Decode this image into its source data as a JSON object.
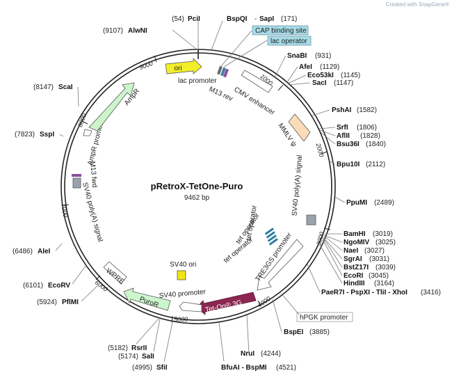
{
  "watermark": "Created with SnapGene®",
  "plasmid": {
    "name": "pRetroX-TetOne-Puro",
    "size": "9462 bp"
  },
  "sites": [
    {
      "id": "pcii",
      "pos": "(54)",
      "name": "PciI"
    },
    {
      "id": "alwni",
      "pos": "(9107)",
      "name": "AlwNI"
    },
    {
      "id": "bspqi",
      "pos": "(171)",
      "name": "BspQI",
      "name2": "SapI"
    },
    {
      "id": "snabi",
      "pos": "(931)",
      "name": "SnaBI"
    },
    {
      "id": "afei",
      "pos": "(1129)",
      "name": "AfeI"
    },
    {
      "id": "eco53ki",
      "pos": "(1145)",
      "name": "Eco53kI"
    },
    {
      "id": "saci",
      "pos": "(1147)",
      "name": "SacI"
    },
    {
      "id": "pshai",
      "pos": "(1582)",
      "name": "PshAI"
    },
    {
      "id": "srfi",
      "pos": "(1806)",
      "name": "SrfI"
    },
    {
      "id": "aflii",
      "pos": "(1828)",
      "name": "AflII"
    },
    {
      "id": "bsu36i",
      "pos": "(1840)",
      "name": "Bsu36I"
    },
    {
      "id": "bpu10i",
      "pos": "(2112)",
      "name": "Bpu10I"
    },
    {
      "id": "ppumi",
      "pos": "(2489)",
      "name": "PpuMI"
    },
    {
      "id": "bamhi",
      "pos": "(3019)",
      "name": "BamHI"
    },
    {
      "id": "ngomiv",
      "pos": "(3025)",
      "name": "NgoMIV"
    },
    {
      "id": "naei",
      "pos": "(3027)",
      "name": "NaeI"
    },
    {
      "id": "sgrai",
      "pos": "(3031)",
      "name": "SgrAI"
    },
    {
      "id": "bstz17i",
      "pos": "(3039)",
      "name": "BstZ17I"
    },
    {
      "id": "ecori",
      "pos": "(3045)",
      "name": "EcoRI"
    },
    {
      "id": "hindiii",
      "pos": "(3164)",
      "name": "HindIII"
    },
    {
      "id": "paer7i",
      "pos": "(3416)",
      "name": "PaeR7I - PspXI - TliI - XhoI"
    },
    {
      "id": "bspei",
      "pos": "(3885)",
      "name": "BspEI"
    },
    {
      "id": "nrui",
      "pos": "(4244)",
      "name": "NruI"
    },
    {
      "id": "bfuai",
      "pos": "(4521)",
      "name": "BfuAI - BspMI"
    },
    {
      "id": "sfii",
      "pos": "(4995)",
      "name": "SfiI"
    },
    {
      "id": "sali",
      "pos": "(5174)",
      "name": "SalI"
    },
    {
      "id": "rsrii",
      "pos": "(5182)",
      "name": "RsrII"
    },
    {
      "id": "pflmi",
      "pos": "(5924)",
      "name": "PflMI"
    },
    {
      "id": "ecorv",
      "pos": "(6101)",
      "name": "EcoRV"
    },
    {
      "id": "alei",
      "pos": "(6486)",
      "name": "AleI"
    },
    {
      "id": "sspi",
      "pos": "(7823)",
      "name": "SspI"
    },
    {
      "id": "scai",
      "pos": "(8147)",
      "name": "ScaI"
    }
  ],
  "boxed_labels": {
    "cap_site": "CAP binding site",
    "lac_operator": "lac operator",
    "hpgk_promoter": "hPGK promoter"
  },
  "features": {
    "ori": "ori",
    "lac_promoter": "lac promoter",
    "m13_rev": "M13 rev",
    "cmv_enhancer": "CMV enhancer",
    "mmlv": "MMLV ψ",
    "sv40_polya_right": "SV40 poly(A) signal",
    "tre3gs": "TRE3GS promoter",
    "tet_on": "Tet-On® 3G",
    "sv40_promoter": "SV40 promoter",
    "puror": "PuroR",
    "wpre": "WPRE",
    "sv40_polya_left": "SV40 poly(A) signal",
    "m13_fwd": "M13 fwd",
    "ampr_promoter": "AmpR promoter",
    "ampr": "AmpR",
    "sv40_ori": "SV40 ori",
    "tet_op1": "tet operator",
    "tet_op2": "tet operator",
    "tet_op3": "tet operator"
  },
  "ticks": [
    "1000",
    "2000",
    "3000",
    "4000",
    "5000",
    "6000",
    "7000",
    "8000",
    "9000"
  ],
  "colors": {
    "ori": "#f2ee2a",
    "ampr": "#ccf5cc",
    "puror": "#ccf5cc",
    "tet_on": "#8b2750",
    "mmlv": "#fcdcb8",
    "sv40_polya": "#9aa2ac",
    "cap_box": "#a8dbe8",
    "sv40_ori": "#f2e413"
  }
}
